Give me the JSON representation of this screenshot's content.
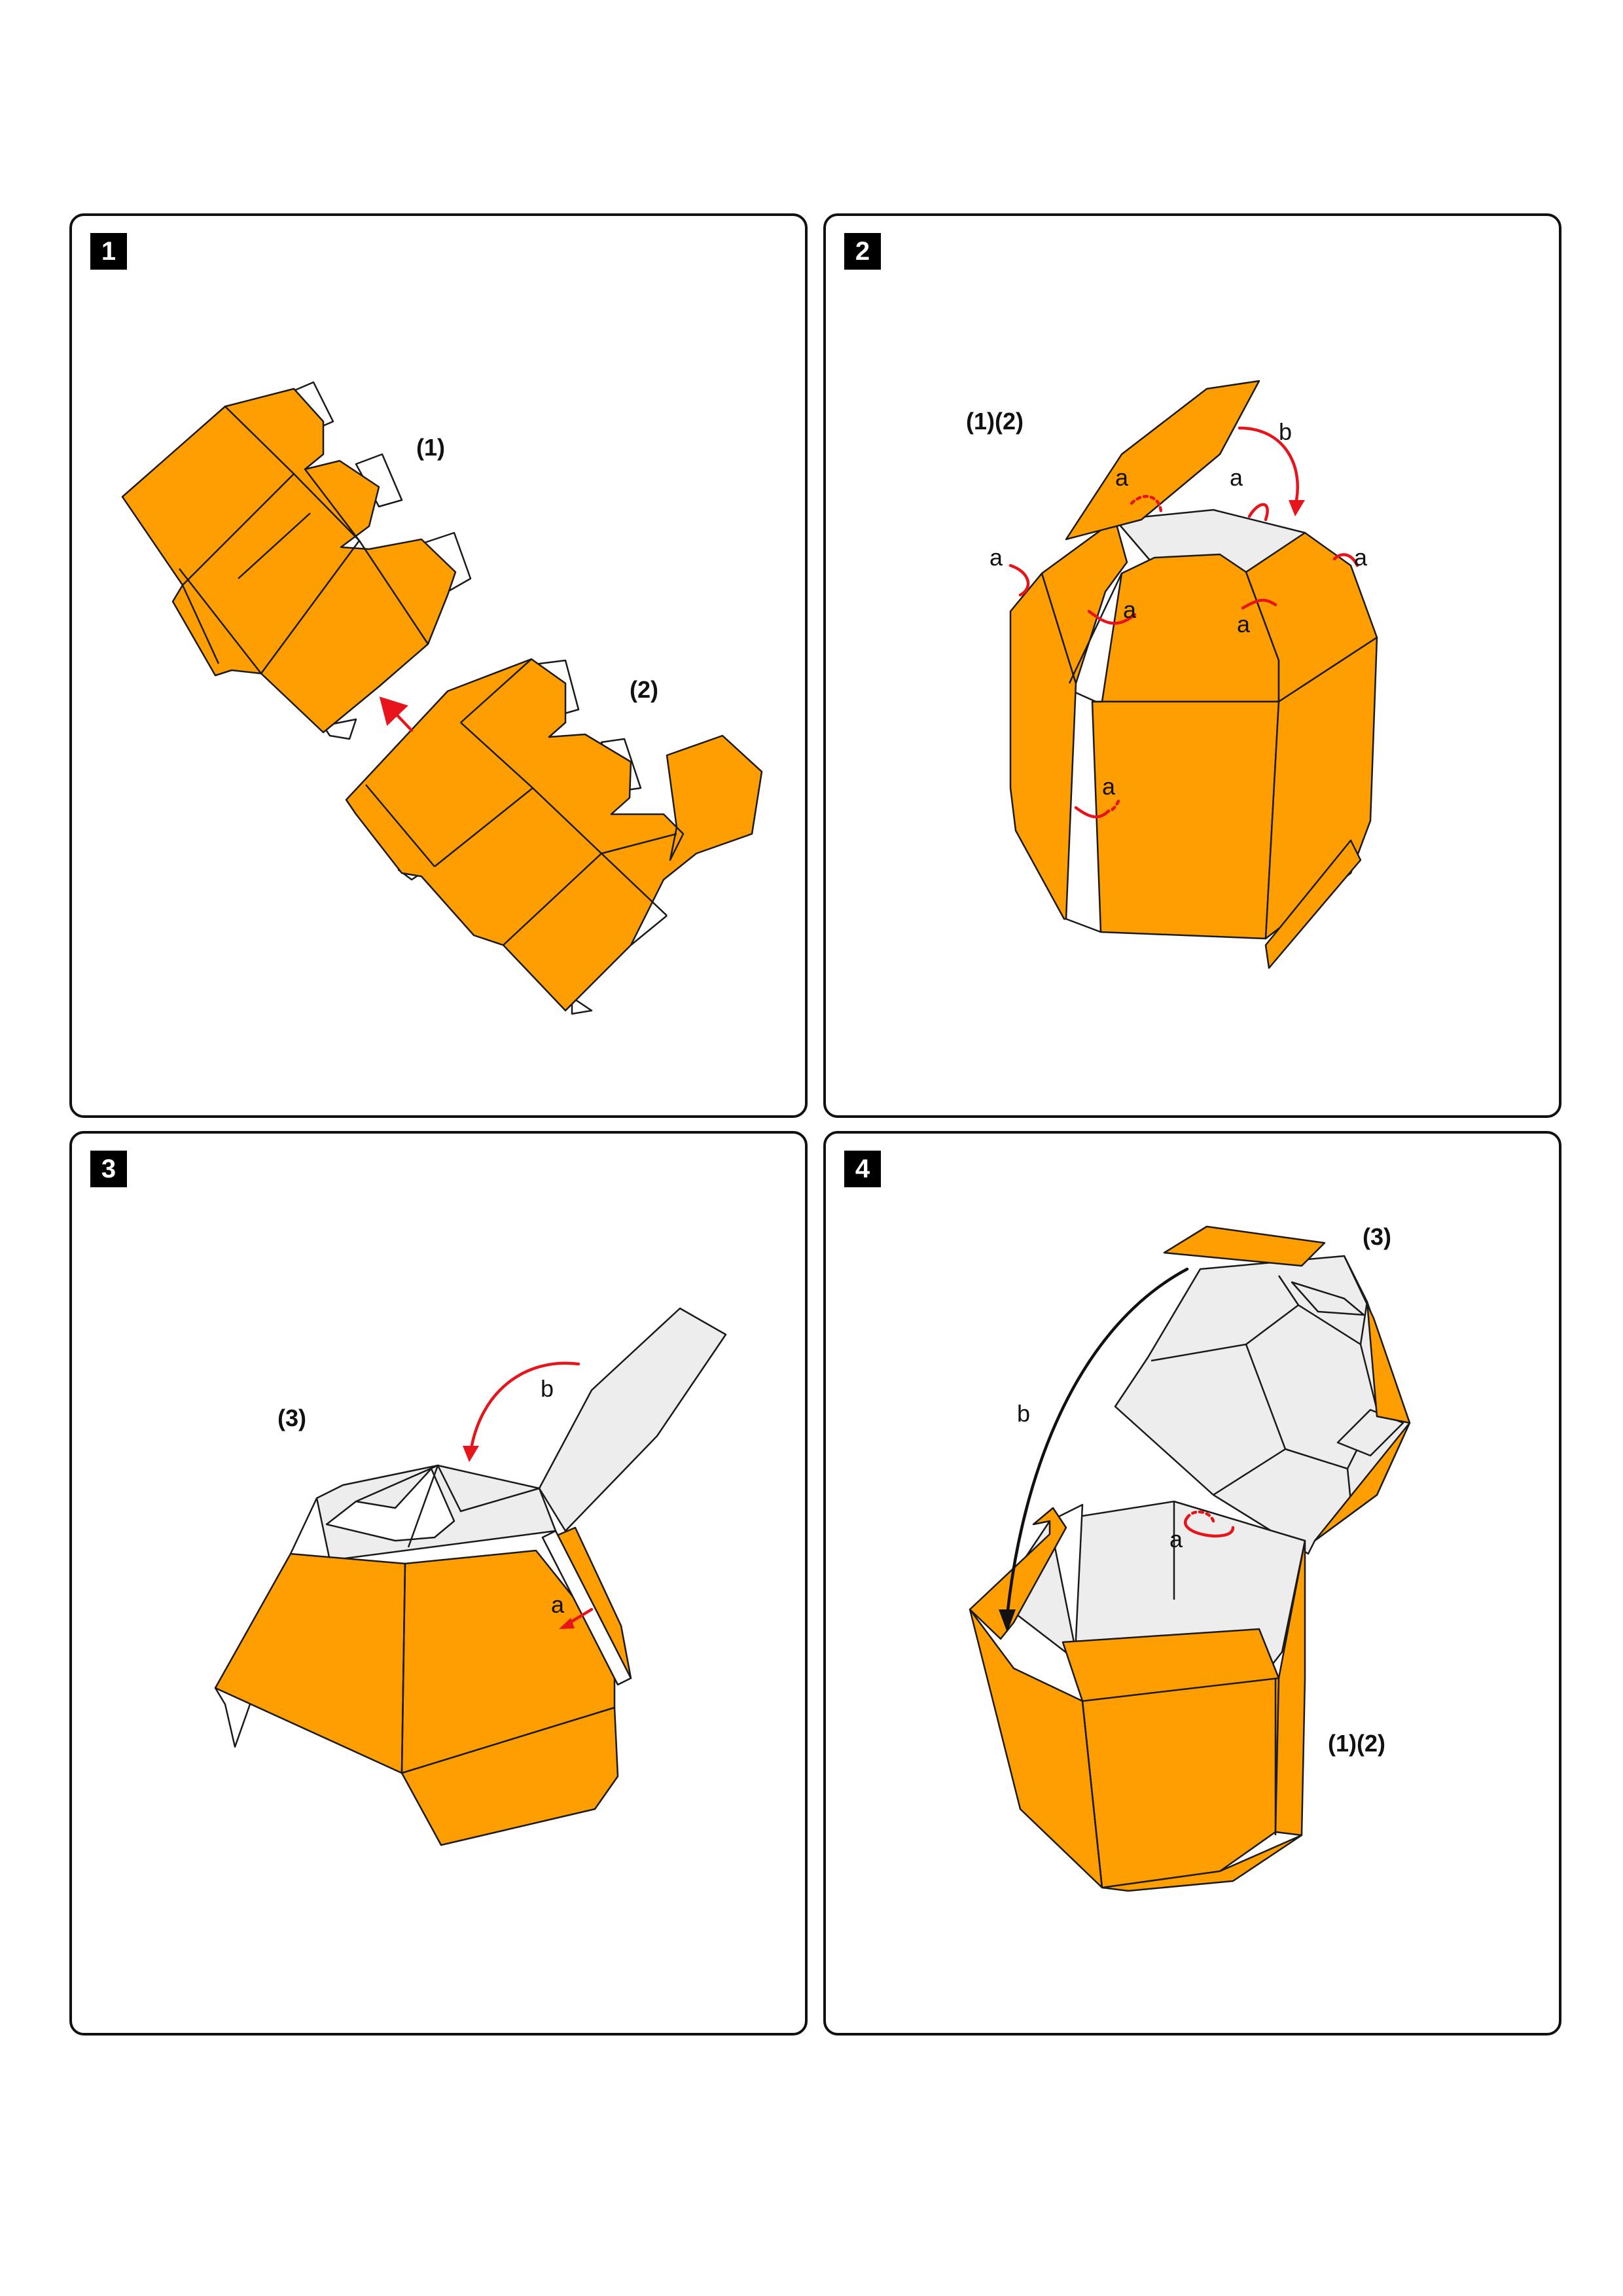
{
  "steps": [
    {
      "number": "1",
      "labels": {
        "part1": "(1)",
        "part2": "(2)"
      }
    },
    {
      "number": "2",
      "labels": {
        "assembly": "(1)(2)",
        "fold_b": "b",
        "fold_a": "a"
      }
    },
    {
      "number": "3",
      "labels": {
        "part3": "(3)",
        "fold_b": "b",
        "fold_a": "a"
      }
    },
    {
      "number": "4",
      "labels": {
        "part3": "(3)",
        "assembly": "(1)(2)",
        "fold_b": "b",
        "fold_a": "a"
      }
    }
  ],
  "colors": {
    "panel_fill": "#FF9E00",
    "inner_fill": "#EDEDED",
    "fold_arrow": "#E8141B",
    "close_arrow": "#111111",
    "outline": "#1a1a1a"
  },
  "icons": {
    "step_badge": "black-square-number",
    "fold_arrow": "curved-arrow-icon"
  }
}
